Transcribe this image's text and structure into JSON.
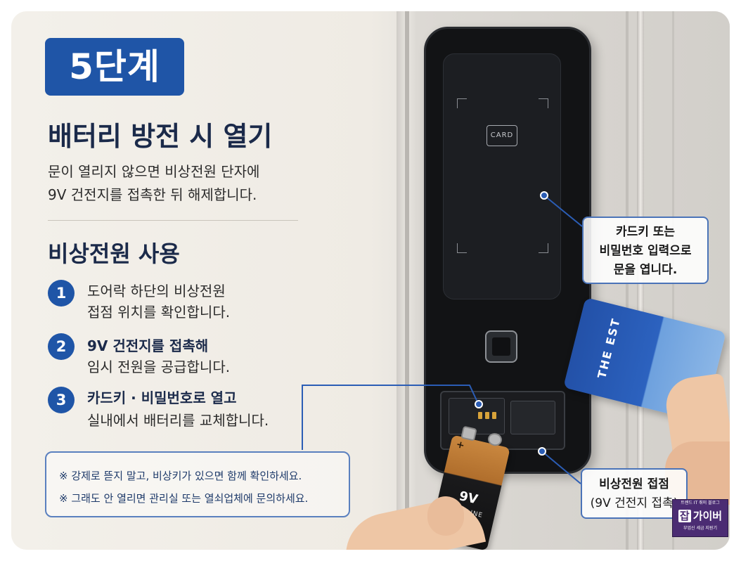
{
  "step_badge": "5단계",
  "title": "배터리 방전 시 열기",
  "description": [
    "문이 열리지 않으면 비상전원 단자에",
    "9V 건전지를 접촉한 뒤 해제합니다."
  ],
  "section_title": "비상전원 사용",
  "steps": [
    {
      "num": "1",
      "line1": "도어락 하단의 비상전원",
      "line2": "접점 위치를 확인합니다."
    },
    {
      "num": "2",
      "line1": "9V 건전지를 접촉해",
      "line2": "임시 전원을 공급합니다."
    },
    {
      "num": "3",
      "line1": "카드키 · 비밀번호로 열고",
      "line2": "실내에서 배터리를 교체합니다."
    }
  ],
  "notes": [
    "※ 강제로 뜯지 말고, 비상키가 있으면 함께 확인하세요.",
    "※ 그래도 안 열리면 관리실 또는 열쇠업체에 문의하세요."
  ],
  "callout_card": [
    "카드키 또는",
    "비밀번호 입력으로",
    "문을 엽니다."
  ],
  "callout_contact": [
    "비상전원 접점",
    "(9V 건전지 접촉)"
  ],
  "lock_card_label": "CARD",
  "keycard_text": "THE EST",
  "battery": {
    "voltage": "9V",
    "type": "ALKALINE",
    "plus": "+"
  },
  "watermark": {
    "top": "트렌드 IT 취미 블로그",
    "brand_a": "잡",
    "brand_b": "가이버",
    "bottom": "부업신 세금 지원기"
  },
  "colors": {
    "accent_blue": "#1f55a7",
    "callout_border": "#4a73b8",
    "dot_blue": "#2b5db5"
  }
}
